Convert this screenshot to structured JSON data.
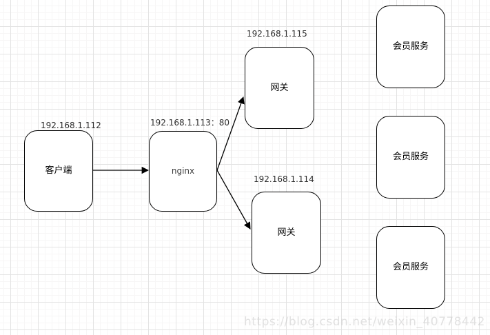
{
  "diagram": {
    "nodes": [
      {
        "id": "client",
        "label": "客户端",
        "ip": "192.168.1.112"
      },
      {
        "id": "nginx",
        "label": "nginx",
        "ip": "192.168.1.113：80"
      },
      {
        "id": "gateway-top",
        "label": "网关",
        "ip": "192.168.1.115"
      },
      {
        "id": "gateway-bottom",
        "label": "网关",
        "ip": "192.168.1.114"
      },
      {
        "id": "member-service-1",
        "label": "会员服务"
      },
      {
        "id": "member-service-2",
        "label": "会员服务"
      },
      {
        "id": "member-service-3",
        "label": "会员服务"
      }
    ],
    "edges": [
      {
        "from": "client",
        "to": "nginx"
      },
      {
        "from": "nginx",
        "to": "gateway-top"
      },
      {
        "from": "nginx",
        "to": "gateway-bottom"
      }
    ],
    "colors": {
      "node_border": "#000000",
      "node_fill": "#ffffff",
      "text": "#000000",
      "arrow": "#000000",
      "grid_minor": "#f7f6f6",
      "grid_major": "#e3e3e3",
      "watermark": "#bebebe"
    }
  },
  "watermark": {
    "text": "https://blog.csdn.net/weixin_40778442"
  }
}
